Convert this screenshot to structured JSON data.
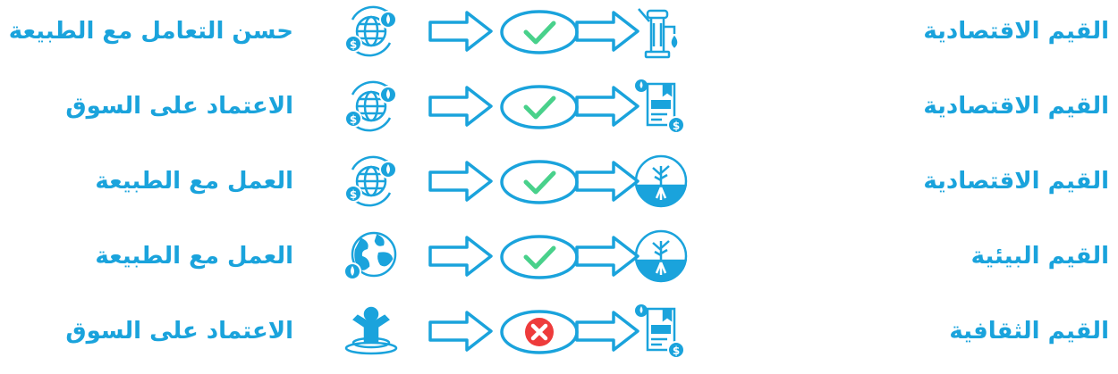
{
  "colors": {
    "blue": "#1aa3dc",
    "green": "#49d18b",
    "red": "#ee3b3b"
  },
  "rows": [
    {
      "value": "القيم الاقتصادية",
      "practice": "حسن التعامل مع الطبيعة",
      "value_icon": "globe-money-water-icon",
      "result": "check",
      "practice_icon": "water-pump-icon"
    },
    {
      "value": "القيم الاقتصادية",
      "practice": "الاعتماد على السوق",
      "value_icon": "globe-money-water-icon",
      "result": "check",
      "practice_icon": "market-document-money-icon"
    },
    {
      "value": "القيم الاقتصادية",
      "practice": "العمل مع الطبيعة",
      "value_icon": "globe-money-water-icon",
      "result": "check",
      "practice_icon": "tree-roots-icon"
    },
    {
      "value": "القيم البيئية",
      "practice": "العمل مع الطبيعة",
      "value_icon": "earth-water-icon",
      "result": "check",
      "practice_icon": "tree-roots-icon"
    },
    {
      "value": "القيم الثقافية",
      "practice": "الاعتماد على السوق",
      "value_icon": "person-water-icon",
      "result": "cross",
      "practice_icon": "market-document-money-icon"
    }
  ]
}
